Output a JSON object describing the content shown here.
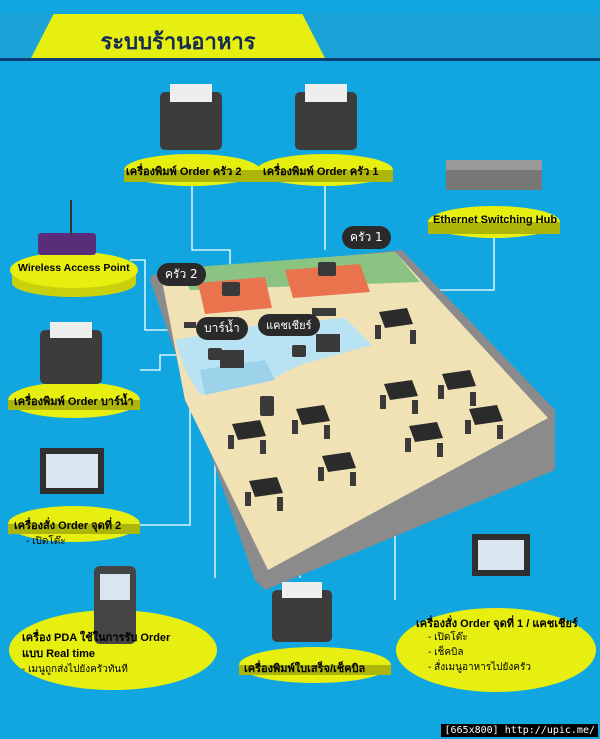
{
  "title": "ระบบร้านอาหาร",
  "devices": {
    "kitchen2_printer": "เครื่องพิมพ์ Order ครัว 2",
    "kitchen1_printer": "เครื่องพิมพ์ Order ครัว 1",
    "hub": "Ethernet Switching Hub",
    "wifi": "Wireless Access Point",
    "bar_printer": "เครื่องพิมพ์ Order บาร์น้ำ",
    "pos2": {
      "label": "เครื่องสั่ง Order จุดที่ 2",
      "items": [
        "- เปิดโต๊ะ"
      ]
    },
    "pda": {
      "label1": "เครื่อง PDA ใช้ในการรับ Order",
      "label2": "แบบ Real time",
      "items": [
        "- เมนูถูกส่งไปยังครัวทันที"
      ]
    },
    "receipt_printer": "เครื่องพิมพ์ใบเสร็จ/เช็คบิล",
    "pos1": {
      "label": "เครื่องสั่ง Order จุดที่ 1 / แคชเชียร์",
      "items": [
        "- เปิดโต๊ะ",
        "- เช็คบิล",
        "- สั่งเมนูอาหารไปยังครัว"
      ]
    }
  },
  "zones": {
    "kitchen1": "ครัว 1",
    "kitchen2": "ครัว 2",
    "bar": "บาร์น้ำ",
    "cashier": "แคชเชียร์"
  },
  "footer": "[665x800] http://upic.me/",
  "colors": {
    "background": "#12a6e0",
    "disk": "#e7ef10",
    "floor": "#f3e6bf",
    "kitchen": "#e8734c",
    "zone": "#b9e3f3"
  }
}
